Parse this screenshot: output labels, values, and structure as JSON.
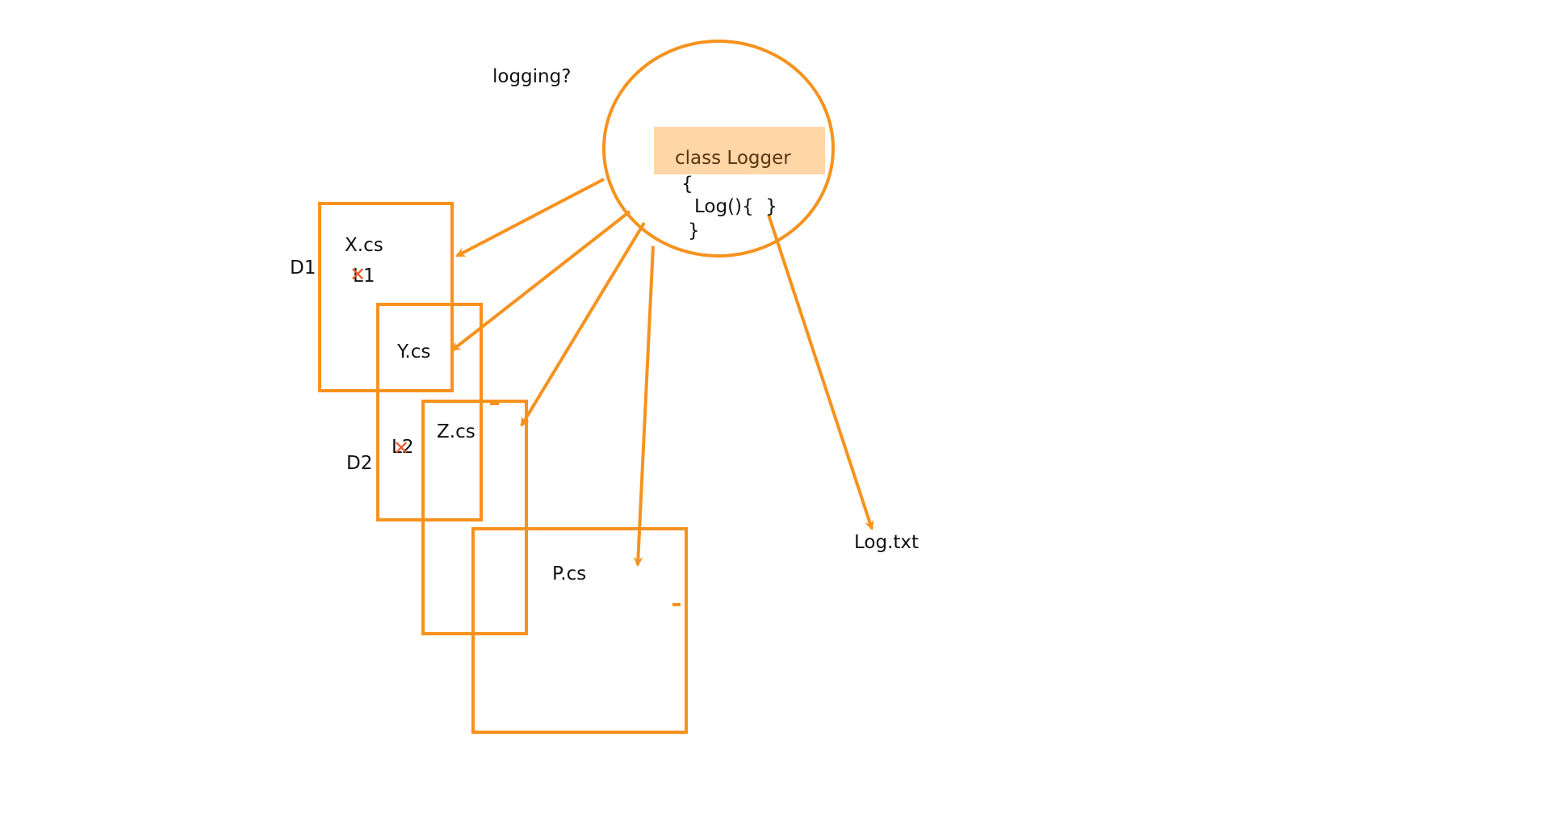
{
  "diagram": {
    "question_label": "logging?",
    "logger_class": {
      "header": "class Logger",
      "open_brace": "{",
      "method": "Log(){  }",
      "close_brace": "}"
    },
    "files": {
      "x": "X.cs",
      "y": "Y.cs",
      "z": "Z.cs",
      "p": "P.cs"
    },
    "dependency_labels": {
      "d1": "D1",
      "d2": "D2"
    },
    "struck_labels": {
      "l1": "L1",
      "l2": "L2"
    },
    "output_file": "Log.txt",
    "colors": {
      "stroke": "#f7921e",
      "highlight": "#ffd6a6",
      "cross": "#f05a28"
    }
  }
}
